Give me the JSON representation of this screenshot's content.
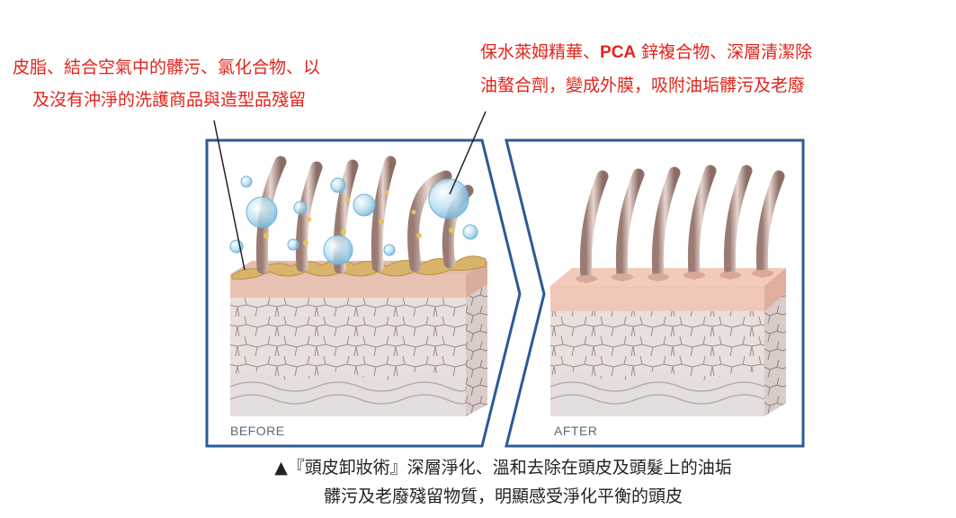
{
  "annotations": {
    "left": {
      "line1": "皮脂、結合空氣中的髒污、氯化合物、以",
      "line2": "及沒有沖淨的洗護商品與造型品殘留"
    },
    "right": {
      "line1_a": "保水萊姆精華、",
      "line1_b": "PCA",
      "line1_c": " 鋅複合物、深層清潔除",
      "line2": "油螯合劑，變成外膜，吸附油垢髒污及老廢"
    }
  },
  "panels": {
    "before_label": "BEFORE",
    "after_label": "AFTER"
  },
  "caption": {
    "line1": "▲『頭皮卸妝術』深層淨化、溫和去除在頭皮及頭髮上的油垢",
    "line2": "髒污及老廢殘留物質，明顯感受淨化平衡的頭皮"
  },
  "colors": {
    "annotation_red": "#e2231a",
    "frame_blue": "#2c5a95",
    "skin_pink": "#e8c2b2",
    "cell_fill": "#e7dcda",
    "sebum_yellow": "#e6c45a",
    "bubble_blue": "#8cc6e6"
  }
}
